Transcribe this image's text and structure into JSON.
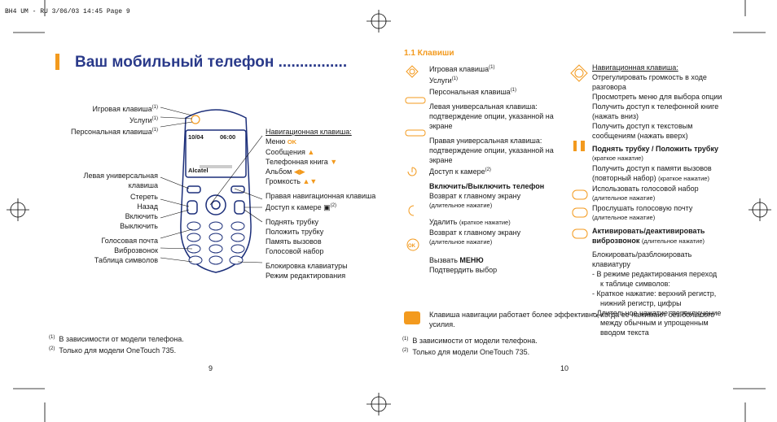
{
  "header": {
    "text": "BH4 UM - RU  3/06/03  14:45  Page 9"
  },
  "left": {
    "title": "Ваш мобильный телефон ................",
    "labels_left": [
      {
        "text": "Игровая клавиша",
        "sup": "(1)"
      },
      {
        "text": "Услуги",
        "sup": "(1)"
      },
      {
        "text": "Персональная клавиша",
        "sup": "(1)"
      },
      {
        "text": "Левая универсальная"
      },
      {
        "text": "клавиша"
      },
      {
        "text": "Стереть"
      },
      {
        "text": "Назад"
      },
      {
        "text": "Включить"
      },
      {
        "text": "Выключить"
      },
      {
        "text": "Голосовая почта"
      },
      {
        "text": "Виброзвонок"
      },
      {
        "text": "Таблица символов"
      }
    ],
    "labels_right": {
      "nav_title": "Навигационная клавиша:",
      "menu": "Меню",
      "messages": "Сообщения",
      "phonebook": "Телефонная книга",
      "album": "Альбом",
      "volume": "Громкость",
      "right_nav": "Правая навигационная клавиша",
      "camera": "Доступ к камере",
      "camera_sup": "(2)",
      "pickup": "Поднять трубку",
      "hangup": "Положить трубку",
      "call_memory": "Память вызовов",
      "voice_dial": "Голосовой набор",
      "lock": "Блокировка клавиатуры",
      "edit_mode": "Режим редактирования"
    },
    "phone_screen": {
      "date": "10/04",
      "time": "06:00",
      "brand": "Alcatel"
    },
    "footnotes": [
      {
        "mark": "(1)",
        "text": "В зависимости от модели телефона."
      },
      {
        "mark": "(2)",
        "text": "Только для модели OneTouch 735."
      }
    ],
    "page_number": "9"
  },
  "right": {
    "section_title": "1.1 Клавиши",
    "col1": {
      "game": "Игровая клавиша",
      "game_sup": "(1)",
      "services": "Услуги",
      "services_sup": "(1)",
      "personal": "Персональная клавиша",
      "personal_sup": "(1)",
      "left_uni_1": "Левая универсальная клавиша:",
      "left_uni_2": "подтверждение опции, указанной на",
      "left_uni_3": "экране",
      "right_uni_1": "Правая универсальная клавиша:",
      "right_uni_2": "подтверждение опции, указанной на",
      "right_uni_3": "экране",
      "camera": "Доступ к камере",
      "camera_sup": "(2)",
      "power_title": "Включить/Выключить телефон",
      "power_1": "Возврат к главному экрану",
      "power_2": "(длительное нажатие)",
      "delete": "Удалить",
      "delete_note": "(краткое нажатие)",
      "delete_1": "Возврат к главному экрану",
      "delete_2": "(длительное нажатие)",
      "menu_call": "Вызвать",
      "menu_word": "МЕНЮ",
      "menu_confirm": "Подтвердить выбор"
    },
    "col2": {
      "nav_title": "Навигационная клавиша:",
      "nav_1": "Отрегулировать громкость в ходе",
      "nav_2": "разговора",
      "nav_3": "Просмотреть меню для выбора опции",
      "nav_4": "Получить доступ к телефонной книге",
      "nav_5": "(нажать вниз)",
      "nav_6": "Получить доступ к текстовым",
      "nav_7": "сообщениям (нажать вверх)",
      "call_title": "Поднять трубку / Положить трубку",
      "call_note": "(краткое нажатие)",
      "call_1": "Получить доступ к памяти вызовов",
      "call_2": "(повторный набор)",
      "call_2_note": "(краткое нажатие)",
      "call_3": "Использовать голосовой набор",
      "call_3_note": "(длительное нажатие)",
      "vm_1": "Прослушать голосовую почту",
      "vm_note": "(длительное нажатие)",
      "vib_title_1": "Активировать/деактивировать",
      "vib_title_2": "виброзвонок",
      "vib_note": "(длительное нажатие)",
      "lock_1": "Блокировать/разблокировать",
      "lock_2": "клавиатуру",
      "lock_3": "- В режиме редактирования переход",
      "lock_4": "к таблице символов:",
      "lock_5": "- Краткое нажатие: верхний регистр,",
      "lock_6": "нижний регистр, цифры",
      "lock_7": "- Длительное нажатие: переключение",
      "lock_8": "между обычным и упрощенным",
      "lock_9": "вводом текста"
    },
    "tip_1": "Клавиша навигации работает более эффективно, когда ее нажимают без большого",
    "tip_2": "усилия.",
    "footnotes": [
      {
        "mark": "(1)",
        "text": "В зависимости от модели телефона."
      },
      {
        "mark": "(2)",
        "text": "Только для модели OneTouch 735."
      }
    ],
    "page_number": "10"
  },
  "colors": {
    "accent": "#f39a1e",
    "title_blue": "#2a3a8a",
    "phone_outline": "#1c2f7a"
  }
}
